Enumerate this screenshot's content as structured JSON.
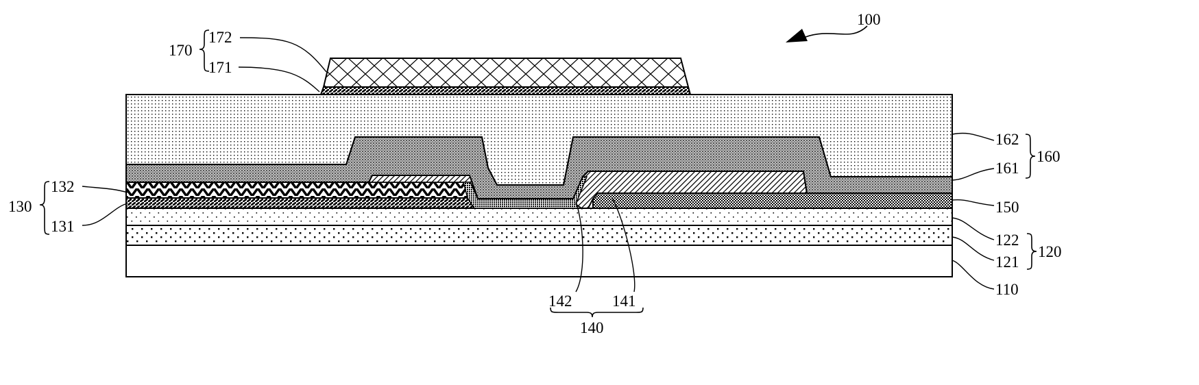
{
  "figure": {
    "reference": "100",
    "labels": {
      "l100": "100",
      "l170": "170",
      "l172": "172",
      "l171": "171",
      "l162": "162",
      "l161": "161",
      "l160": "160",
      "l150": "150",
      "l130": "130",
      "l132": "132",
      "l131": "131",
      "l122": "122",
      "l121": "121",
      "l120": "120",
      "l110": "110",
      "l142": "142",
      "l141": "141",
      "l140": "140"
    }
  }
}
